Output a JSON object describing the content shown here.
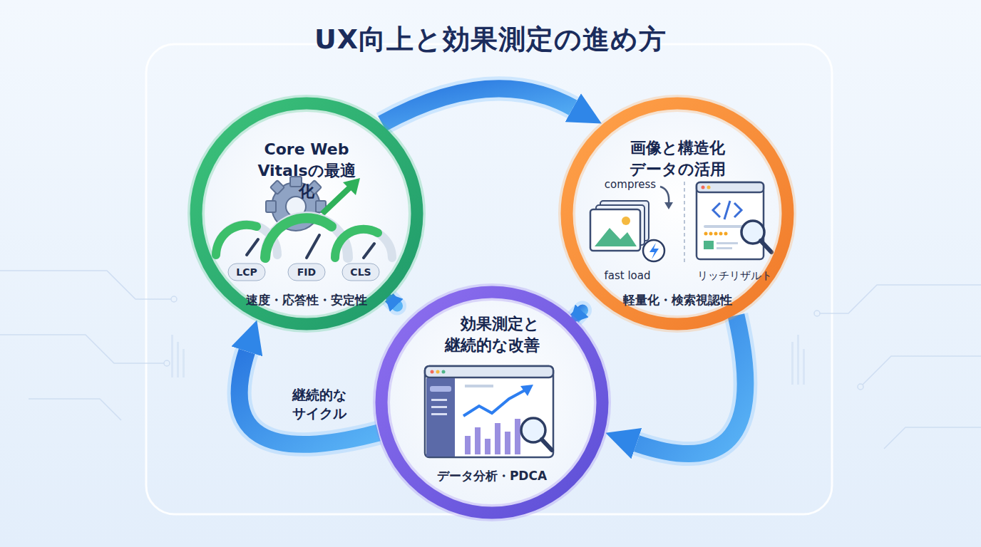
{
  "diagram": {
    "title": "UX向上と効果測定の進め方",
    "nodes": [
      {
        "text": [
          "Core Web Vitalsの最適化",
          "速度・応答性・安定性"
        ]
      },
      {
        "text": [
          "画像と構造化データの活用",
          "軽量化・検索視認性"
        ]
      },
      {
        "text": [
          "効果測定と継続的な改善",
          "データ分析・PDCA"
        ]
      }
    ],
    "edges": [
      {
        "from": 0,
        "to": 1,
        "arrow": "to"
      },
      {
        "from": 1,
        "to": 2,
        "arrow": "to"
      },
      {
        "from": 2,
        "to": 0,
        "label": "継続的なサイクル",
        "arrow": "to"
      },
      {
        "from": 0,
        "to": 2,
        "arrow": "to"
      },
      {
        "from": 2,
        "to": 1,
        "arrow": "to"
      }
    ],
    "labels": [
      "LCP",
      "FID",
      "CLS",
      "compress",
      "fast load",
      "リッチリザルト"
    ]
  }
}
